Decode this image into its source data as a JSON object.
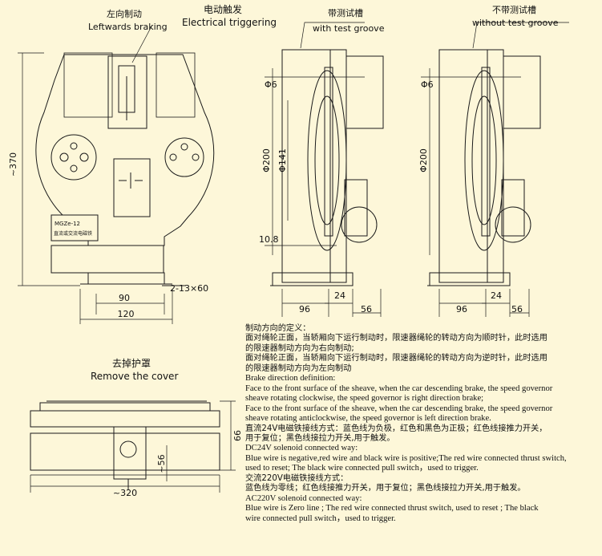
{
  "labels": {
    "left_brake_zh": "左向制动",
    "left_brake_en": "Leftwards braking",
    "elec_trigger_zh": "电动触发",
    "elec_trigger_en": "Electrical triggering",
    "with_groove_zh": "带测试槽",
    "with_groove_en": "with test groove",
    "without_groove_zh": "不带测试槽",
    "without_groove_en": "without test groove",
    "remove_cover_zh": "去掉护罩",
    "remove_cover_en": "Remove the cover"
  },
  "dims": {
    "d370": "~370",
    "d90": "90",
    "d120": "120",
    "holes": "2-13×60",
    "phi6_a": "Φ6",
    "phi200_a": "Φ200",
    "phi141": "Φ141",
    "d10_8": "10.8",
    "d96_a": "96",
    "d24_a": "24",
    "d56_a": "56",
    "phi6_b": "Φ6",
    "phi200_b": "Φ200",
    "d96_b": "96",
    "d24_b": "24",
    "d56_b": "56",
    "d66": "66",
    "d56_c": "~56",
    "d320": "~320"
  },
  "nameplate": {
    "line1": "MGZe-12",
    "line2": "直流或交流电磁铁"
  },
  "notes": [
    {
      "id": "zh_def",
      "zh": true,
      "text": "制动方向的定义："
    },
    {
      "id": "zh_1a",
      "zh": true,
      "text": "面对绳轮正面，当轿厢向下运行制动时，限速器绳轮的转动方向为顺时针，此时选用"
    },
    {
      "id": "zh_1b",
      "zh": true,
      "text": "的限速器制动方向为右向制动;"
    },
    {
      "id": "zh_2a",
      "zh": true,
      "text": "面对绳轮正面，当轿厢向下运行制动时，限速器绳轮的转动方向为逆时针，此时选用"
    },
    {
      "id": "zh_2b",
      "zh": true,
      "text": "的限速器制动方向为左向制动"
    },
    {
      "id": "en_def",
      "zh": false,
      "text": "Brake direction definition:"
    },
    {
      "id": "en_1a",
      "zh": false,
      "text": "Face to the front surface of the sheave, when the car descending brake, the speed governor"
    },
    {
      "id": "en_1b",
      "zh": false,
      "text": "sheave rotating clockwise, the speed governor is right direction brake;"
    },
    {
      "id": "en_2a",
      "zh": false,
      "text": "Face to the front surface of the sheave, when the car descending brake, the speed governor"
    },
    {
      "id": "en_2b",
      "zh": false,
      "text": "sheave rotating anticlockwise, the speed governor is left direction brake."
    },
    {
      "id": "zh_dc",
      "zh": true,
      "text": "直流24V电磁铁接线方式：蓝色线为负极，红色和黑色为正极；红色线接推力开关，"
    },
    {
      "id": "zh_dc2",
      "zh": true,
      "text": "用于复位；黑色线接拉力开关,用于触发。"
    },
    {
      "id": "en_dc",
      "zh": false,
      "text": "DC24V solenoid connected way:"
    },
    {
      "id": "en_dc1",
      "zh": false,
      "text": "Blue wire is negative,red wire and black wire is positive;The red wire connected thrust switch,"
    },
    {
      "id": "en_dc2",
      "zh": false,
      "text": "used to reset; The black wire connected pull switch，used to trigger."
    },
    {
      "id": "zh_ac",
      "zh": true,
      "text": "交流220V电磁铁接线方式："
    },
    {
      "id": "zh_ac2",
      "zh": true,
      "text": "蓝色线为零线；红色线接推力开关，用于复位；黑色线接拉力开关,用于触发。"
    },
    {
      "id": "en_ac",
      "zh": false,
      "text": "AC220V solenoid connected way:"
    },
    {
      "id": "en_ac1",
      "zh": false,
      "text": "Blue wire is Zero line ; The red wire connected thrust switch, used to reset ; The black"
    },
    {
      "id": "en_ac2",
      "zh": false,
      "text": "wire connected pull switch，used to trigger."
    }
  ]
}
